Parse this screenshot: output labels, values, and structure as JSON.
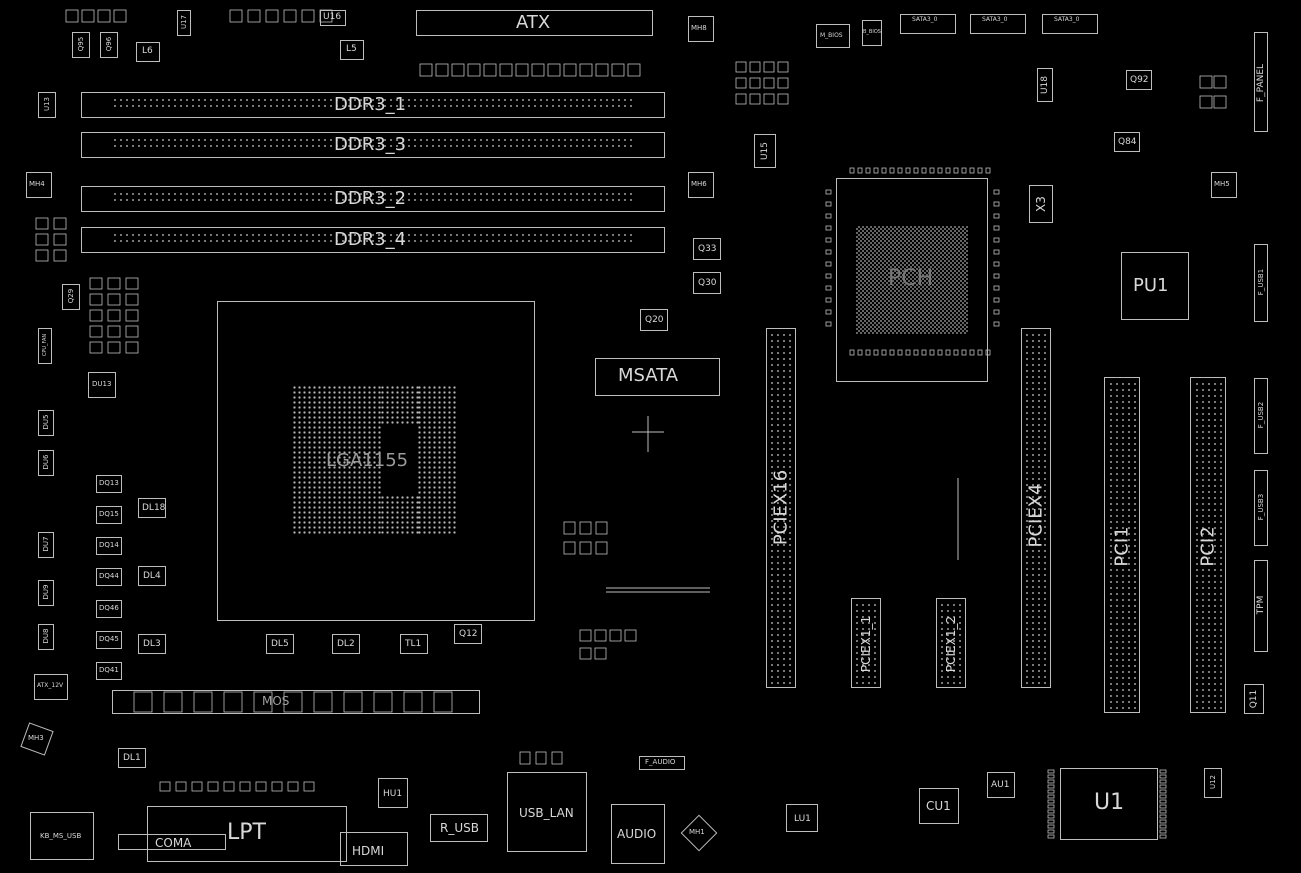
{
  "labels": {
    "atx": "ATX",
    "ddr3_1": "DDR3_1",
    "ddr3_3": "DDR3_3",
    "ddr3_2": "DDR3_2",
    "ddr3_4": "DDR3_4",
    "lga": "LGA1155",
    "msata": "MSATA",
    "pch": "PCH",
    "pciex16": "PCIEX16",
    "pciex4": "PCIEX4",
    "pciex1_1": "PCIEX1_1",
    "pciex1_2": "PCIEX1_2",
    "pci1": "PCI1",
    "pci2": "PCI2",
    "pu1": "PU1",
    "u1": "U1",
    "cu1": "CU1",
    "au1": "AU1",
    "lu1": "LU1",
    "hu1": "HU1",
    "lpt": "LPT",
    "coma": "COMA",
    "hdmi": "HDMI",
    "r_usb": "R_USB",
    "usb_lan": "USB_LAN",
    "audio": "AUDIO",
    "f_audio": "F_AUDIO",
    "kb_ms_usb": "KB_MS_USB",
    "f_panel": "F_PANEL",
    "f_usb1": "F_USB1",
    "f_usb2": "F_USB2",
    "f_usb3": "F_USB3",
    "tpm": "TPM",
    "x3": "X3",
    "u15": "U15",
    "u16": "U16",
    "u17": "U17",
    "u18": "U18",
    "u12": "U12",
    "u13": "U13",
    "mos": "MOS",
    "l5": "L5",
    "l6": "L6",
    "q95": "Q95",
    "q96": "Q96",
    "q92": "Q92",
    "q84": "Q84",
    "q33": "Q33",
    "q30": "Q30",
    "q20": "Q20",
    "q29": "Q29",
    "q12": "Q12",
    "q11": "Q11",
    "dl18": "DL18",
    "dl4": "DL4",
    "dl3": "DL3",
    "dl5": "DL5",
    "dl2": "DL2",
    "tl1": "TL1",
    "dl1": "DL1",
    "mh1": "MH1",
    "mh3": "MH3",
    "mh4": "MH4",
    "mh5": "MH5",
    "mh6": "MH6",
    "mh8": "MH8",
    "du13": "DU13",
    "dq13": "DQ13",
    "dq15": "DQ15",
    "dq14": "DQ14",
    "dq44": "DQ44",
    "dq46": "DQ46",
    "dq45": "DQ45",
    "dq41": "DQ41",
    "du5": "DU5",
    "du6": "DU6",
    "du7": "DU7",
    "du9": "DU9",
    "du8": "DU8",
    "atx_12v": "ATX_12V",
    "m_bios": "M_BIOS",
    "b_bios": "B_BIOS",
    "sata": "SATA3_0",
    "cpu_fan": "CPU_FAN"
  },
  "colors": {
    "background": "#000000",
    "outline": "#bdbdbd",
    "text": "#d8d8d8"
  }
}
